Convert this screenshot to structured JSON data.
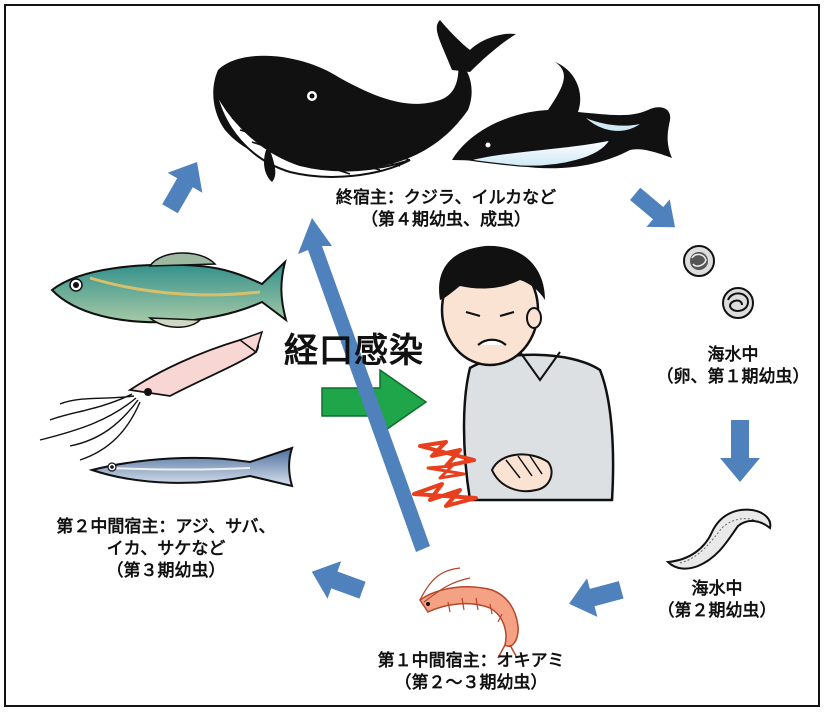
{
  "labels": {
    "final_host": [
      "終宿主：クジラ、イルカなど",
      "（第４期幼虫、成虫）"
    ],
    "sea_stage1": [
      "海水中",
      "（卵、第１期幼虫）"
    ],
    "sea_stage2": [
      "海水中",
      "（第２期幼虫）"
    ],
    "first_host": [
      "第１中間宿主：オキアミ",
      "（第２～３期幼虫）"
    ],
    "second_host": [
      "第２中間宿主：アジ、サバ、",
      "イカ、サケなど",
      "（第３期幼虫）"
    ],
    "oral_infection": "経口感染"
  },
  "colors": {
    "cycle_arrow": "#4f81bd",
    "infection_arrow": "#1fa64a",
    "pain_mark": "#e8401e",
    "outline": "#111111"
  }
}
